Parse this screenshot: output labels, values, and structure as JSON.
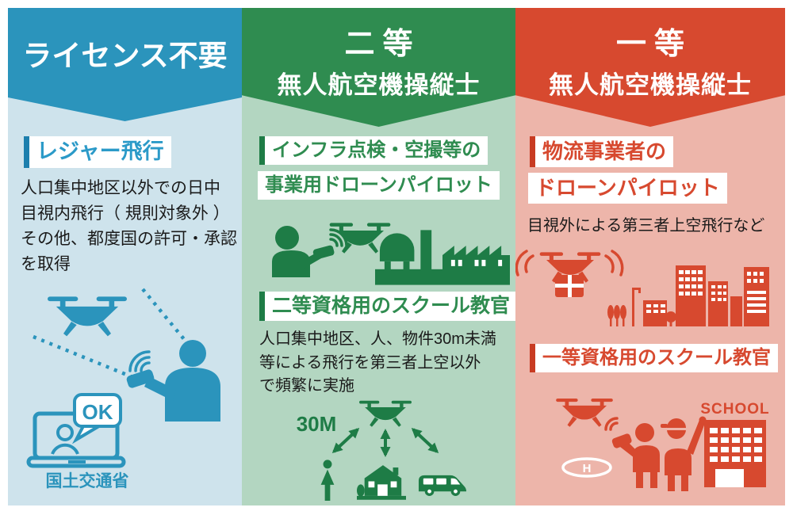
{
  "infographic": {
    "columns": [
      {
        "name": "license-free",
        "header": {
          "line1": "ライセンス不要"
        },
        "colors": {
          "header_bg": "#2B94BC",
          "body_bg": "#CEE3EC",
          "accent_text": "#2B9AC8",
          "accent_bar": "#1D7FAD",
          "icon": "#2B94BC"
        },
        "section1": {
          "label": "レジャー飛行",
          "body_lines": [
            "人口集中地区以外での日中",
            "目視内飛行（ 規則対象外 ）",
            "その他、都度国の許可・承認",
            "を取得"
          ]
        },
        "illustration": {
          "icons": [
            "drone-icon",
            "sight-dotted-lines",
            "pilot-with-controller-icon",
            "laptop-application-icon",
            "ok-speech-bubble"
          ],
          "ok_label": "OK",
          "ministry_label": "国土交通省"
        }
      },
      {
        "name": "second-class-pilot",
        "header": {
          "line1": "二等",
          "line2": "無人航空機操縦士"
        },
        "colors": {
          "header_bg": "#2F8C50",
          "body_bg": "#B3D6C1",
          "accent_text": "#2F8C50",
          "accent_bar": "#1E7C46",
          "icon": "#1E7C46"
        },
        "section1": {
          "label_line1": "インフラ点検・空撮等の",
          "label_line2": "事業用ドローンパイロット",
          "icons": [
            "pilot-with-controller-icon",
            "drone-icon",
            "factory-icon"
          ]
        },
        "section2": {
          "label": "二等資格用のスクール教官",
          "body_lines": [
            "人口集中地区、人、物件30m未満",
            "等による飛行を第三者上空以外",
            "で頻繁に実施"
          ],
          "distance_label": "30M",
          "icons": [
            "drone-icon",
            "distance-arrows",
            "person-icon",
            "house-icon",
            "van-icon"
          ]
        }
      },
      {
        "name": "first-class-pilot",
        "header": {
          "line1": "一等",
          "line2": "無人航空機操縦士"
        },
        "colors": {
          "header_bg": "#D7492F",
          "body_bg": "#EDB5AA",
          "accent_text": "#D7492F",
          "accent_bar": "#C83B22",
          "icon": "#D7492F"
        },
        "section1": {
          "label_line1": "物流事業者の",
          "label_line2": "ドローンパイロット",
          "body": "目視外による第三者上空飛行など",
          "icons": [
            "delivery-drone-icon",
            "city-icon"
          ]
        },
        "section2": {
          "label": "一等資格用のスクール教官",
          "school_label": "SCHOOL",
          "helipad_label": "H",
          "icons": [
            "drone-icon",
            "helipad-icon",
            "instructor-and-trainee-icon",
            "school-building-icon"
          ]
        }
      }
    ]
  }
}
